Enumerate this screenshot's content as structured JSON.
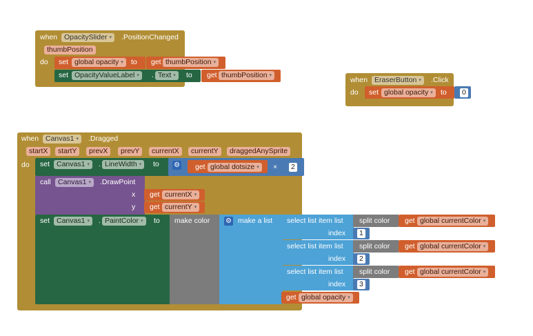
{
  "blocks": {
    "opacity_slider": {
      "when": "when",
      "component": "OpacitySlider",
      "event": ".PositionChanged",
      "param": "thumbPosition",
      "do": "do",
      "set1": {
        "set": "set",
        "var": "global opacity",
        "to": "to",
        "get": "get",
        "get_var": "thumbPosition"
      },
      "set2": {
        "set": "set",
        "component": "OpacityValueLabel",
        "dot": ".",
        "prop": "Text",
        "to": "to",
        "get": "get",
        "get_var": "thumbPosition"
      }
    },
    "eraser_button": {
      "when": "when",
      "component": "EraserButton",
      "event": ".Click",
      "do": "do",
      "set": "set",
      "var": "global opacity",
      "to": "to",
      "value": "0"
    },
    "canvas_dragged": {
      "when": "when",
      "component": "Canvas1",
      "event": ".Dragged",
      "params": [
        "startX",
        "startY",
        "prevX",
        "prevY",
        "currentX",
        "currentY",
        "draggedAnySprite"
      ],
      "do": "do",
      "line_width": {
        "set": "set",
        "component": "Canvas1",
        "dot": ".",
        "prop": "LineWidth",
        "to": "to",
        "get": "get",
        "get_var": "global dotsize",
        "op": "×",
        "value": "2"
      },
      "draw_point": {
        "call": "call",
        "component": "Canvas1",
        "method": ".DrawPoint",
        "x_label": "x",
        "y_label": "y",
        "get": "get",
        "x_var": "currentX",
        "y_var": "currentY"
      },
      "paint_color": {
        "set": "set",
        "component": "Canvas1",
        "dot": ".",
        "prop": "PaintColor",
        "to": "to",
        "make_color": "make color",
        "make_list": "make a list",
        "select_label": "select list item  list",
        "index_label": "index",
        "split_color": "split color",
        "get": "get",
        "color_var": "global currentColor",
        "indices": [
          "1",
          "2",
          "3"
        ],
        "opacity_var": "global opacity"
      }
    }
  },
  "dropdown_glyph": "▾",
  "gear_glyph": "⚙",
  "colors": {
    "event": "#b18e35",
    "procedure": "#266643",
    "call": "#76548f",
    "variable": "#d05f2d",
    "math": "#4a7ab4",
    "list": "#4da2d6",
    "color": "#7c7c7c"
  }
}
